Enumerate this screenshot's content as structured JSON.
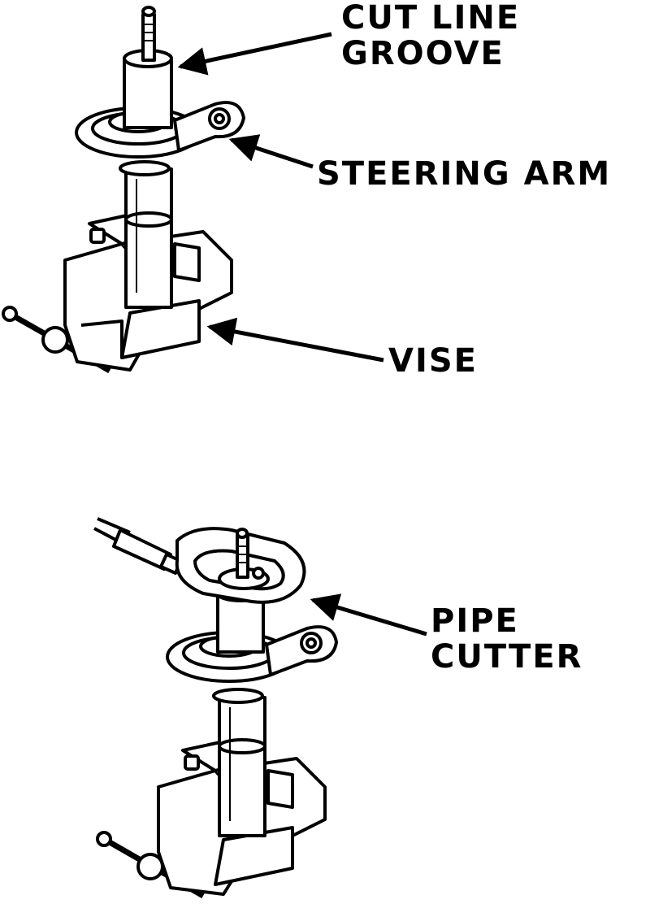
{
  "diagram": {
    "labels": {
      "cut_line_groove": {
        "line1": "CUT LINE",
        "line2": "GROOVE"
      },
      "steering_arm": "STEERING ARM",
      "vise": "VISE",
      "pipe_cutter": {
        "line1": "PIPE",
        "line2": "CUTTER"
      }
    },
    "colors": {
      "ink": "#000000",
      "paper": "#ffffff"
    }
  }
}
